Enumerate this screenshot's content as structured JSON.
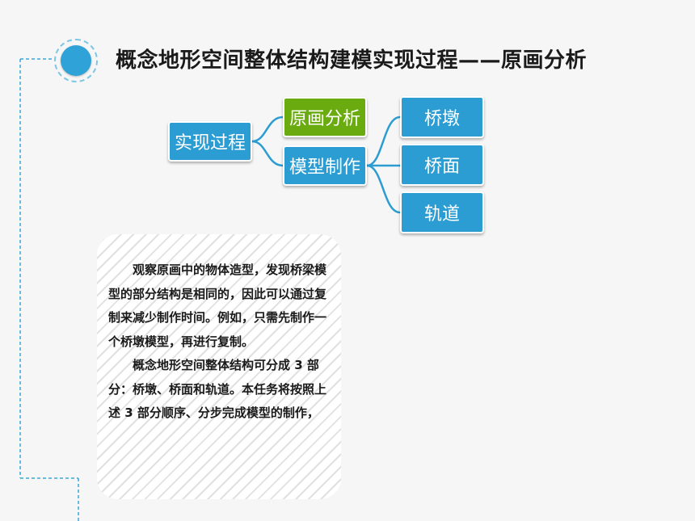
{
  "header": {
    "title": "概念地形空间整体结构建模实现过程——原画分析"
  },
  "diagram": {
    "root": "实现过程",
    "level1": [
      "原画分析",
      "模型制作"
    ],
    "level2": [
      "桥墩",
      "桥面",
      "轨道"
    ]
  },
  "description": {
    "paragraph1": "观察原画中的物体造型，发现桥梁模型的部分结构是相同的，因此可以通过复制来减少制作时间。例如，只需先制作一个桥墩模型，再进行复制。",
    "paragraph2": "概念地形空间整体结构可分成 3 部分：桥墩、桥面和轨道。本任务将按照上述 3 部分顺序、分步完成模型的制作，"
  },
  "colors": {
    "accent_blue": "#2c9dd2",
    "accent_green": "#6aab10",
    "dashed_line": "#3aa6d9"
  },
  "icons": {
    "header_marker": "circle-bullet-icon"
  }
}
